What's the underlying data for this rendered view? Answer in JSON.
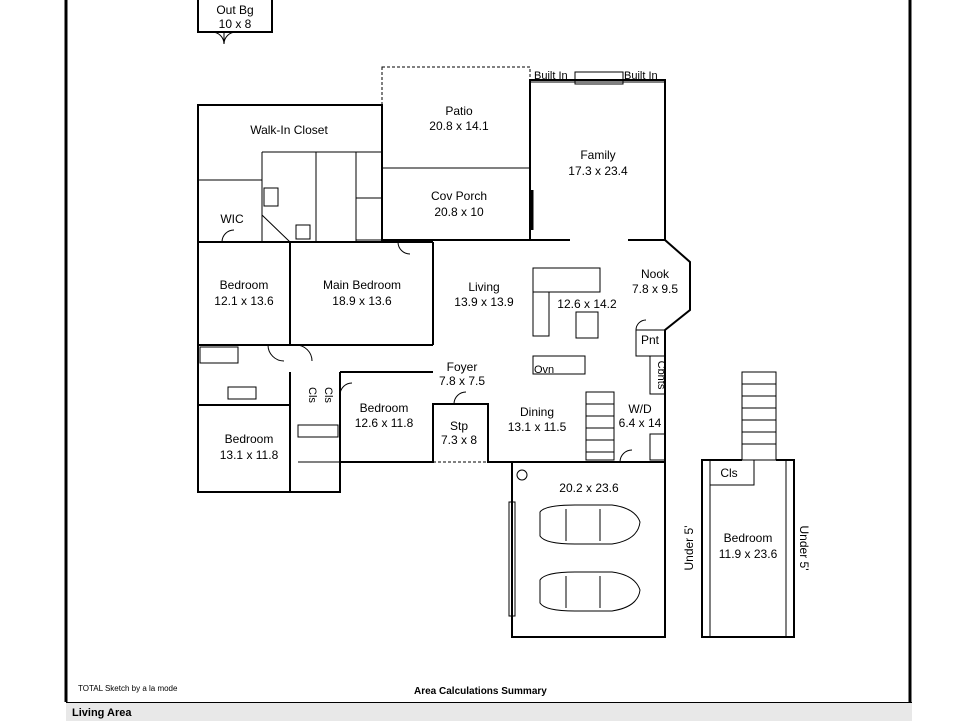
{
  "rooms": [
    {
      "id": "outbldg",
      "name": "Out Bg",
      "dims": "10 x 8"
    },
    {
      "id": "walkin",
      "name": "Walk-In Closet",
      "dims": ""
    },
    {
      "id": "patio",
      "name": "Patio",
      "dims": "20.8 x 14.1"
    },
    {
      "id": "covporch",
      "name": "Cov Porch",
      "dims": "20.8 x 10"
    },
    {
      "id": "family",
      "name": "Family",
      "dims": "17.3 x 23.4"
    },
    {
      "id": "builtin1",
      "name": "Built In",
      "dims": ""
    },
    {
      "id": "builtin2",
      "name": "Built In",
      "dims": ""
    },
    {
      "id": "wic",
      "name": "WIC",
      "dims": ""
    },
    {
      "id": "bed1",
      "name": "Bedroom",
      "dims": "12.1 x 13.6"
    },
    {
      "id": "mainbed",
      "name": "Main Bedroom",
      "dims": "18.9 x 13.6"
    },
    {
      "id": "living",
      "name": "Living",
      "dims": "13.9 x 13.9"
    },
    {
      "id": "kitchen",
      "name": "",
      "dims": "12.6 x 14.2"
    },
    {
      "id": "nook",
      "name": "Nook",
      "dims": "7.8 x 9.5"
    },
    {
      "id": "pnt",
      "name": "Pnt",
      "dims": ""
    },
    {
      "id": "cbnts",
      "name": "Cbnts",
      "dims": ""
    },
    {
      "id": "foyer",
      "name": "Foyer",
      "dims": "7.8 x 7.5"
    },
    {
      "id": "ovn",
      "name": "Ovn",
      "dims": ""
    },
    {
      "id": "cls1",
      "name": "Cls",
      "dims": ""
    },
    {
      "id": "cls2",
      "name": "Cls",
      "dims": ""
    },
    {
      "id": "bed2",
      "name": "Bedroom",
      "dims": "12.6 x 11.8"
    },
    {
      "id": "stp",
      "name": "Stp",
      "dims": "7.3 x 8"
    },
    {
      "id": "dining",
      "name": "Dining",
      "dims": "13.1 x 11.5"
    },
    {
      "id": "wd",
      "name": "W/D",
      "dims": "6.4 x 14"
    },
    {
      "id": "bed3",
      "name": "Bedroom",
      "dims": "13.1 x 11.8"
    },
    {
      "id": "garage",
      "name": "",
      "dims": "20.2 x 23.6"
    },
    {
      "id": "cls3",
      "name": "Cls",
      "dims": ""
    },
    {
      "id": "upbed",
      "name": "Bedroom",
      "dims": "11.9 x 23.6"
    },
    {
      "id": "under1",
      "name": "Under 5'",
      "dims": ""
    },
    {
      "id": "under2",
      "name": "Under 5'",
      "dims": ""
    }
  ],
  "footer": {
    "credit": "TOTAL Sketch by a la mode",
    "summary": "Area Calculations Summary",
    "section": "Living Area"
  }
}
